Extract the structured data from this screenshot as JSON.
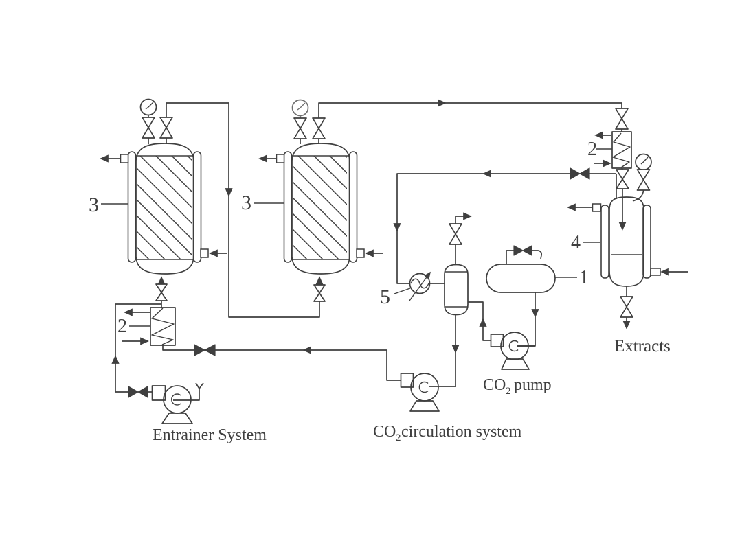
{
  "colors": {
    "line": "#3f3f3f",
    "background": "#ffffff"
  },
  "labels": {
    "extractor_left": "3",
    "extractor_right": "3",
    "entrainer_heat_exchanger": "2",
    "condenser_heat_exchanger": "2",
    "co2_storage_tank": "1",
    "separator": "4",
    "heat_exchanger_5": "5"
  },
  "texts": {
    "extracts": "Extracts",
    "entrainer_system": "Entrainer System",
    "co2_pump_prefix": "CO",
    "co2_pump_sub": "2",
    "co2_pump_word": "pump",
    "co2_circulation_prefix": "CO",
    "co2_circulation_sub": "2",
    "co2_circulation_word": "circulation system"
  }
}
